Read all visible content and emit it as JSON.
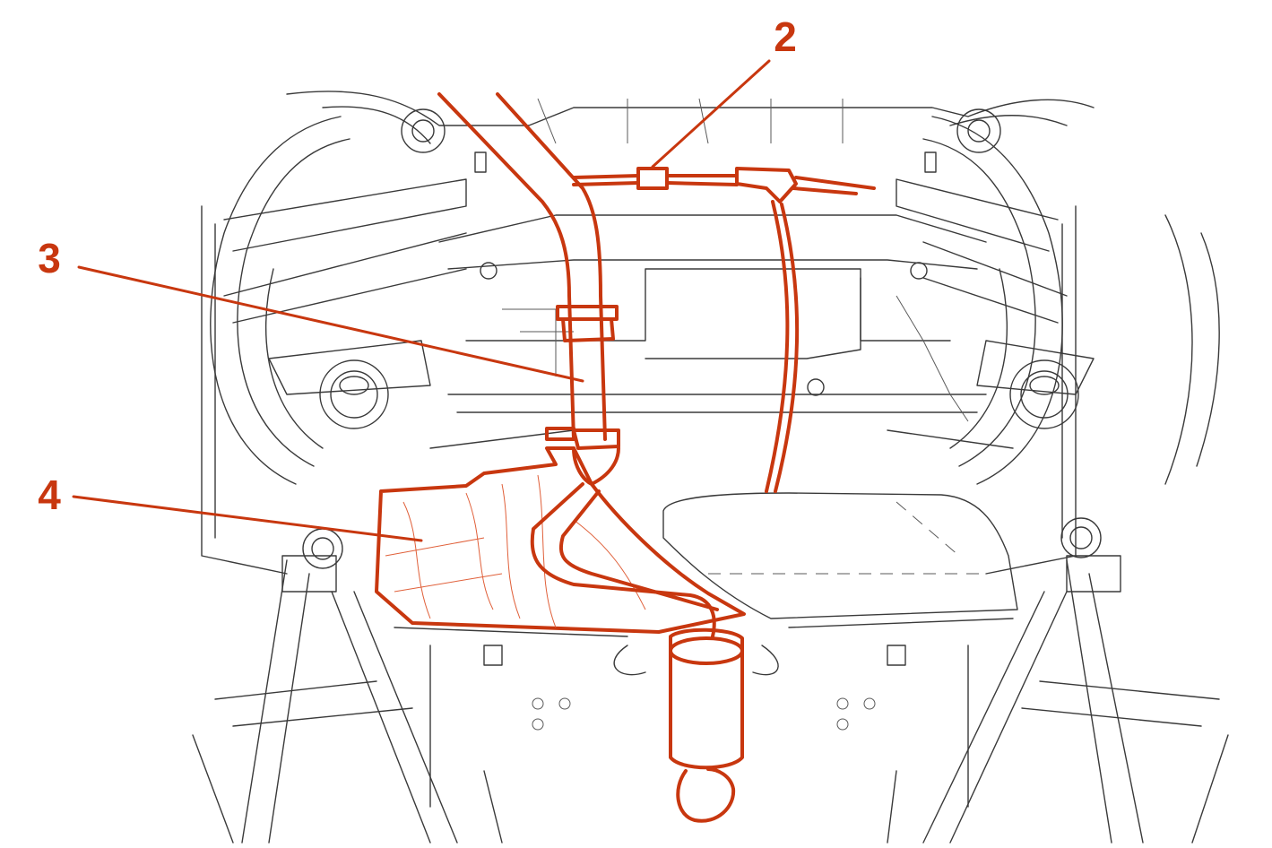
{
  "colors": {
    "accent": "#c8370f",
    "linework": "#3a3a3a",
    "background": "#ffffff"
  },
  "callouts": [
    {
      "id": "2",
      "label": "2"
    },
    {
      "id": "3",
      "label": "3"
    },
    {
      "id": "4",
      "label": "4"
    }
  ]
}
